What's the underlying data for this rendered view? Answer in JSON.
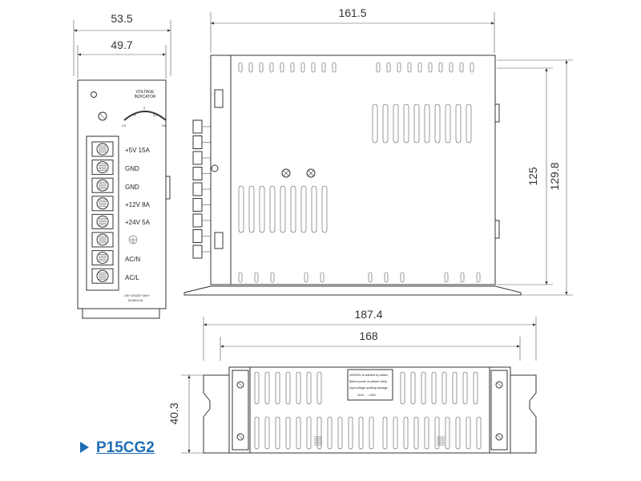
{
  "model": {
    "name": "P15CG2",
    "accent_color": "#1f6fb5"
  },
  "dimensions": {
    "front_width_outer": "53.5",
    "front_width_inner": "49.7",
    "side_length": "161.5",
    "side_height_inner": "125",
    "side_height_outer": "129.8",
    "bottom_length_outer": "187.4",
    "bottom_length_inner": "168",
    "bottom_depth": "40.3"
  },
  "front_panel": {
    "indicator_title_line1": "VOLTAGE",
    "indicator_title_line2": "INDICATOR",
    "scale": {
      "min": "4.5",
      "a": "5",
      "mid": "5",
      "b": "5.3",
      "max": "5.6"
    },
    "terminals": [
      "+5V  15A",
      "GND",
      "GND",
      "+12V  8A",
      "+24V  5A",
      "",
      "AC/N",
      "AC/L"
    ],
    "rating_line1": "100~120/220~240V~",
    "rating_line2": "50-60Hz 3A"
  },
  "bottom_label": {
    "line1": "115/230V is selected by switch.",
    "line2": "Before power on please check",
    "line3": "input voltage avoiding damage.",
    "line4": "115V←→230V"
  }
}
